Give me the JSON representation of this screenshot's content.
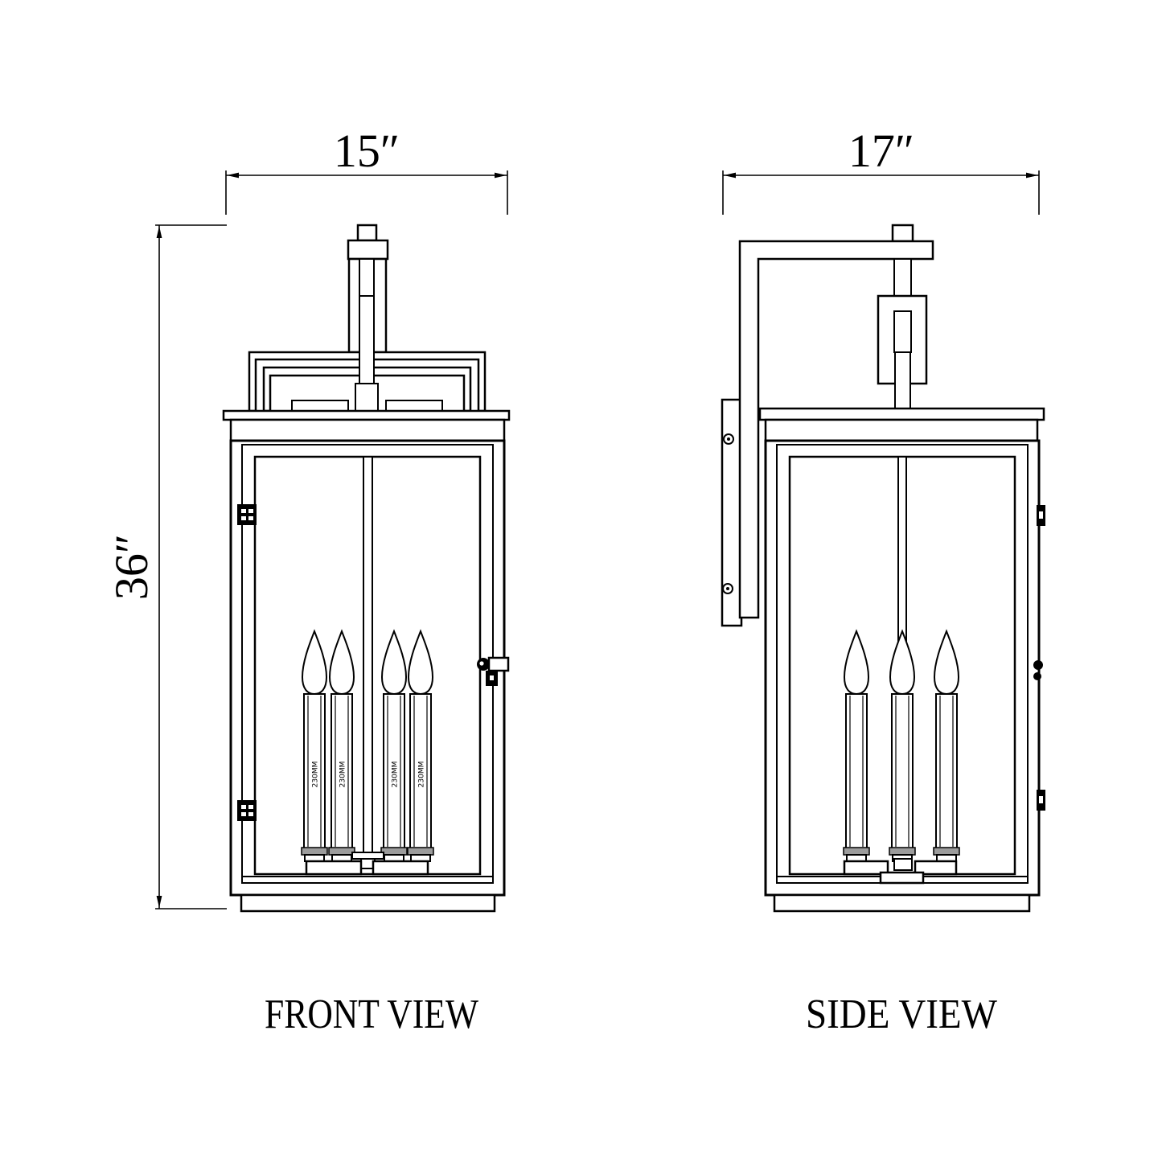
{
  "drawing": {
    "front": {
      "view_label": "FRONT VIEW",
      "width_dimension": "15″",
      "height_dimension": "36″",
      "candle_labels": [
        "230MM",
        "230MM",
        "230MM",
        "230MM"
      ]
    },
    "side": {
      "view_label": "SIDE VIEW",
      "depth_dimension": "17″"
    },
    "colors": {
      "line": "#000000",
      "background": "#ffffff",
      "candle_cup": "#9c9c9c"
    }
  }
}
